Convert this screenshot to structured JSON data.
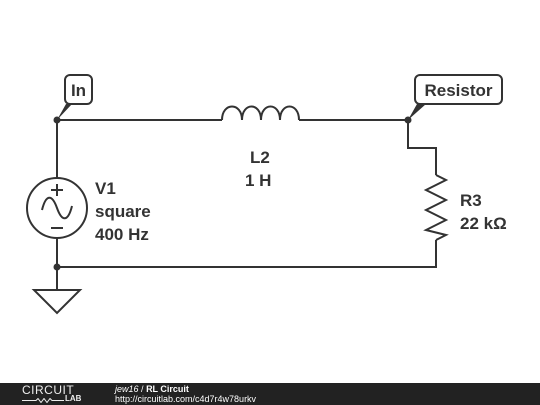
{
  "circuit": {
    "nodes": [
      {
        "id": "in",
        "label": "In"
      },
      {
        "id": "resistor",
        "label": "Resistor"
      }
    ],
    "components": [
      {
        "id": "V1",
        "label": "V1",
        "lines": [
          "square",
          "400 Hz"
        ]
      },
      {
        "id": "L2",
        "label": "L2",
        "lines": [
          "1 H"
        ]
      },
      {
        "id": "R3",
        "label": "R3",
        "lines": [
          "22 kΩ"
        ]
      }
    ]
  },
  "footer": {
    "logo_top": "CIRCUIT",
    "logo_bottom": "LAB",
    "author": "jew16",
    "separator": "/",
    "title": "RL Circuit",
    "url": "http://circuitlab.com/c4d7r4w78urkv"
  },
  "colors": {
    "wire": "#333333",
    "footer_bg": "#222222",
    "footer_text": "#ffffff"
  }
}
